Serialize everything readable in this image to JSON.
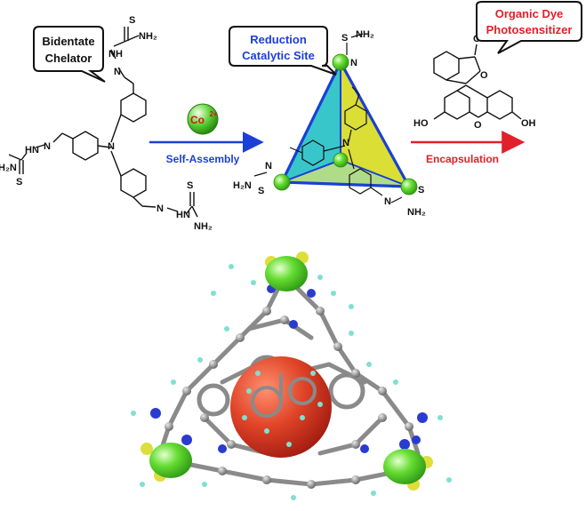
{
  "callouts": {
    "chelator": [
      "Bidentate",
      "Chelator"
    ],
    "site": [
      "Reduction",
      "Catalytic Site"
    ],
    "dye": [
      "Organic Dye",
      "Photosensitizer"
    ]
  },
  "steps": {
    "ion": "Co",
    "ion_charge": "2+",
    "assembly": "Self-Assembly",
    "encapsulation": "Encapsulation"
  },
  "atoms": {
    "thiourea_nh2": "NH₂",
    "nh2_plain": "NH",
    "h2n": "H₂N",
    "sub2": "2",
    "s": "S",
    "nh": "NH",
    "hn": "HN",
    "n": "N",
    "o": "O",
    "ho": "HO",
    "oh": "OH"
  },
  "colors": {
    "callout_blue": "#1b3fd6",
    "callout_red": "#e0202a",
    "arrow_blue": "#1b3fd6",
    "arrow_red": "#e0202a",
    "tetra_teal": "#2dc3c8",
    "tetra_yellow": "#d8dc2a",
    "tetra_edge": "#1b3fd6",
    "cobalt_green": "#66dd33",
    "guest_red": "#e04428",
    "carbon_gray": "#8a8a8a",
    "nitrogen_blue": "#2a3bd0",
    "sulfur_yellow": "#dede3a",
    "hydrogen_cyan": "#7fe0d0"
  }
}
